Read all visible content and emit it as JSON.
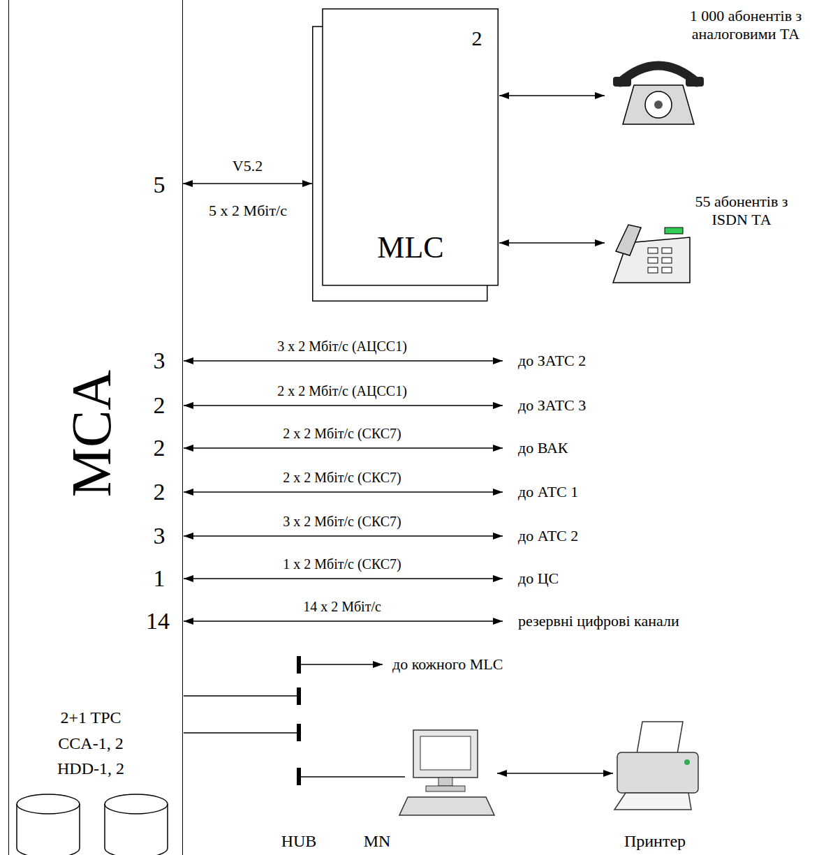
{
  "diagram": {
    "nodes": [
      {
        "text": [
          "MCA"
        ]
      },
      {
        "text": [
          "2",
          "MLC"
        ]
      }
    ],
    "edges": [
      {
        "from": 0,
        "to": 1,
        "arrow": "both",
        "label": "V5.2"
      }
    ],
    "labels": [
      "5 x 2 Мбіт/с",
      "5",
      "3",
      "3 x 2 Мбіт/с (АЦСС1)",
      "до ЗАТС 2",
      "2",
      "2 x 2 Мбіт/с (АЦСС1)",
      "до ЗАТС 3",
      "2",
      "2 x 2 Мбіт/с (СКС7)",
      "до ВАК",
      "2",
      "2 x 2 Мбіт/с (СКС7)",
      "до АТС 1",
      "3",
      "3 x 2 Мбіт/с (СКС7)",
      "до АТС 2",
      "1",
      "1 x 2 Мбіт/с (СКС7)",
      "до ЦС",
      "14",
      "14 x 2 Мбіт/с",
      "резервні цифрові канали",
      "до кожного MLC",
      "2+1 TPC",
      "CCA-1, 2",
      "HDD-1, 2",
      "1 000 абонентів з аналоговими ТА",
      "55 абонентів з ISDN ТА",
      "HUB",
      "MN",
      "Принтер"
    ]
  }
}
